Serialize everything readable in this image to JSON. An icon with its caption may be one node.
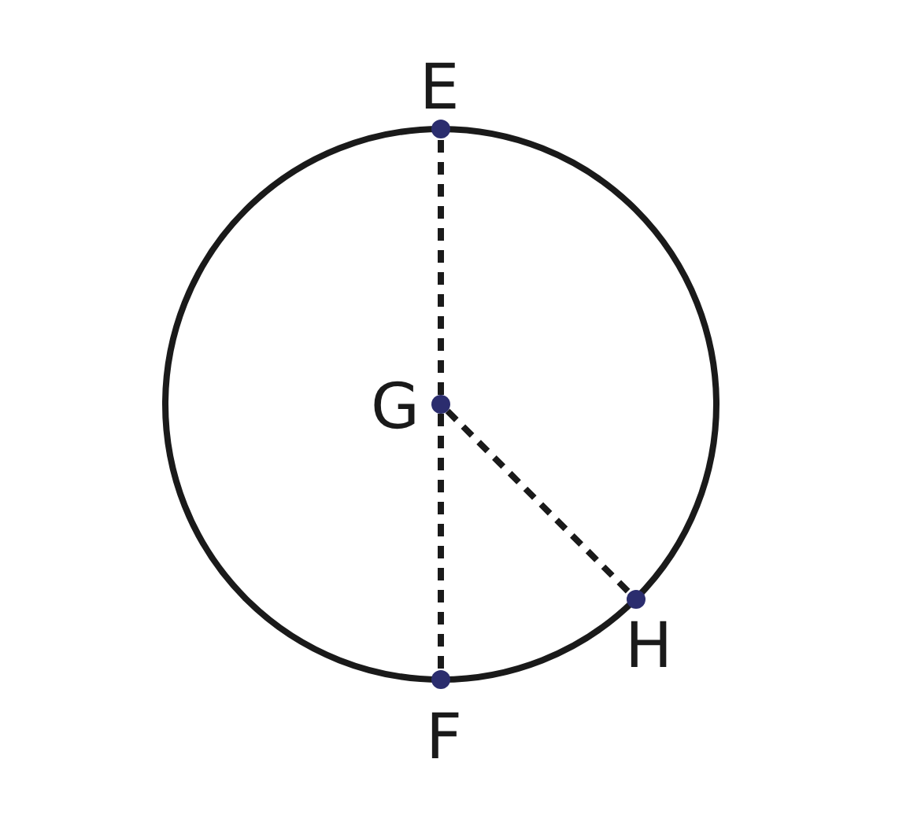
{
  "diagram": {
    "nodes": [
      {
        "text": [
          "E"
        ]
      },
      {
        "text": [
          "G"
        ]
      },
      {
        "text": [
          "H"
        ]
      },
      {
        "text": [
          "F"
        ]
      }
    ],
    "edges": [
      {
        "from": 1,
        "to": 0,
        "arrow": "none",
        "style": "dashed"
      },
      {
        "from": 1,
        "to": 3,
        "arrow": "none",
        "style": "dashed"
      },
      {
        "from": 1,
        "to": 2,
        "arrow": "none",
        "style": "dashed"
      }
    ]
  }
}
